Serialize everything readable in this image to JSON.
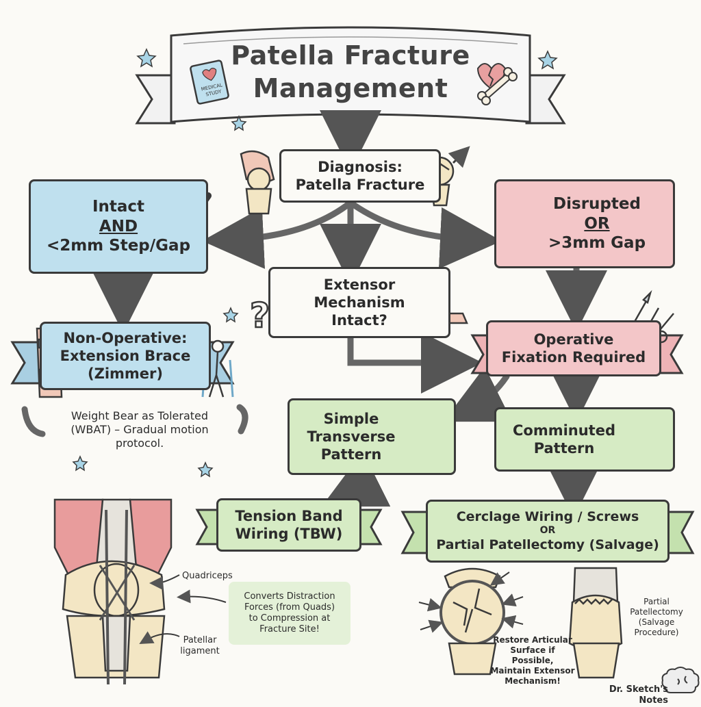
{
  "title": [
    "Patella Fracture",
    "Management"
  ],
  "book_label": [
    "MEDICAL",
    "STUDY"
  ],
  "diagnosis": [
    "Diagnosis:",
    "Patella Fracture"
  ],
  "intact": [
    "Intact",
    "AND",
    "<2mm Step/Gap"
  ],
  "disrupted": [
    "Disrupted",
    "OR",
    ">3mm Gap"
  ],
  "extensor": [
    "Extensor",
    "Mechanism",
    "Intact?"
  ],
  "non_operative": [
    "Non-Operative:",
    "Extension Brace",
    "(Zimmer)"
  ],
  "wbat_note": [
    "Weight Bear as Tolerated",
    "(WBAT) – Gradual motion",
    "protocol."
  ],
  "operative": [
    "Operative",
    "Fixation Required"
  ],
  "simple": [
    "Simple",
    "Transverse",
    "Pattern"
  ],
  "comminuted": [
    "Comminuted",
    "Pattern"
  ],
  "tbw": [
    "Tension Band",
    "Wiring (TBW)"
  ],
  "cerclage": [
    "Cerclage Wiring / Screws",
    "OR",
    "Partial Patellectomy (Salvage)"
  ],
  "quadriceps_label": "Quadriceps",
  "patellar_ligament_label": [
    "Patellar",
    "ligament"
  ],
  "converts_note": [
    "Converts Distraction",
    "Forces (from Quads)",
    "to Compression at",
    "Fracture Site!"
  ],
  "restore_note": [
    "Restore Articular",
    "Surface if Possible,",
    "Maintain Extensor",
    "Mechanism!"
  ],
  "partial_note": [
    "Partial",
    "Patellectomy",
    "(Salvage",
    "Procedure)"
  ],
  "signature": "Dr. Sketch's Notes",
  "colors": {
    "blue": "#bfe0ee",
    "pink": "#f3c6c8",
    "green": "#d6ebc4",
    "ink": "#3a3a3a",
    "paper": "#fbfaf6",
    "bone": "#f3e6c4",
    "muscle": "#e89c9c"
  }
}
